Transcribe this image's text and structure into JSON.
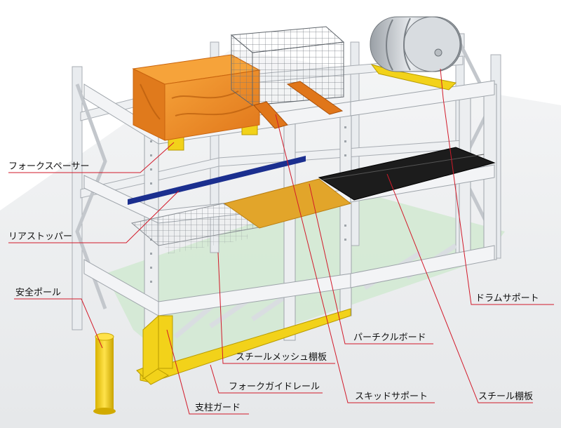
{
  "labels": {
    "fork_spacer": "フォークスペーサー",
    "rear_stopper": "リアストッパー",
    "safety_pole": "安全ポール",
    "drum_support": "ドラムサポート",
    "particle_board": "パーチクルボード",
    "steel_mesh_shelf": "スチールメッシュ棚板",
    "fork_guide_rail": "フォークガイドレール",
    "skid_support": "スキッドサポート",
    "steel_shelf": "スチール棚板",
    "column_guard": "支柱ガード"
  },
  "colors": {
    "leader_line": "#d21a2a",
    "frame": "#e9ecef",
    "frame_edge": "#a8adb3",
    "guard_yellow": "#f2d21a",
    "rear_stopper_blue": "#1b2f8f",
    "particle_board": "#e2a52a",
    "steel_shelf": "#1c1c1c",
    "wood_box": "#f08a1c",
    "floor_green": "#cfe8cf"
  }
}
